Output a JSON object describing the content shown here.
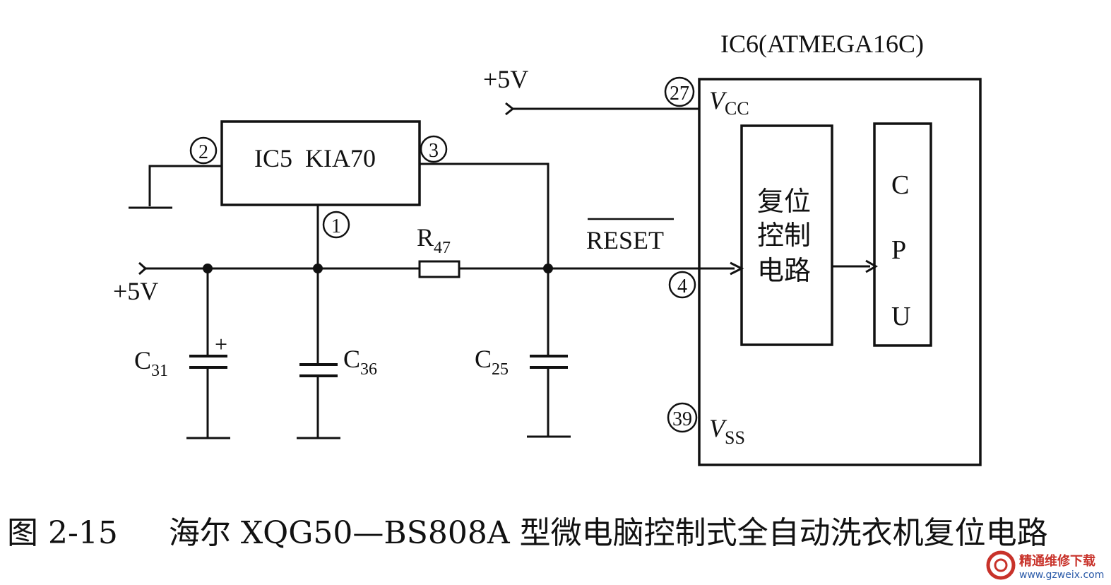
{
  "labels": {
    "ic6_title": "IC6(ATMEGA16C)",
    "ic5": "IC5  KIA70",
    "vcc_v": "V",
    "vcc_sub": "CC",
    "vss_v": "V",
    "vss_sub": "SS",
    "plus5v_top": "+5V",
    "plus5v_left": "+5V",
    "reset": "RESET",
    "r47": "R",
    "r47_sub": "47",
    "c31": "C",
    "c31_sub": "31",
    "c36": "C",
    "c36_sub": "36",
    "c25": "C",
    "c25_sub": "25",
    "plus_sign": "+",
    "reset_block": [
      "复位",
      "控制",
      "电路"
    ],
    "cpu_block": [
      "C",
      "P",
      "U"
    ]
  },
  "pins": {
    "ic5_in": "2",
    "ic5_out": "3",
    "ic5_gnd": "1",
    "vcc": "27",
    "reset": "4",
    "vss": "39"
  },
  "caption": {
    "number": "图 2-15",
    "text": "海尔 XQG50—BS808A 型微电脑控制式全自动洗衣机复位电路"
  },
  "watermark": {
    "name": "精通维修下载",
    "url": "www.gzweix.com"
  },
  "colors": {
    "ink": "#111111",
    "watermark_red": "#c8322a",
    "watermark_blue": "#2a5aa8"
  }
}
